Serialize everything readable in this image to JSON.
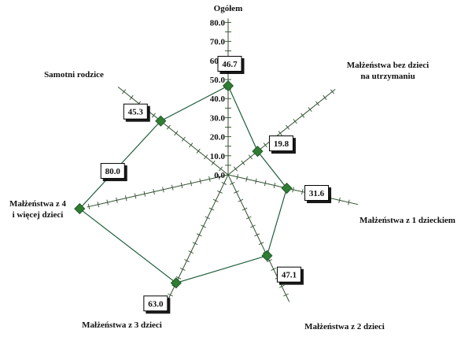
{
  "chart_data": {
    "type": "radar",
    "title": "",
    "axes": [
      "Ogółem",
      "Małżeństwa bez dzieci na utrzymaniu",
      "Małżeństwa z 1 dzieckiem",
      "Małżeństwa z 2 dzieci",
      "Małżeństwa z 3 dzieci",
      "Małżeństwa z 4 i więcej dzieci",
      "Samotni rodzice"
    ],
    "values": [
      46.7,
      19.8,
      31.6,
      47.1,
      63.0,
      80.0,
      45.3
    ],
    "value_labels": [
      "46.7",
      "19.8",
      "31.6",
      "47.1",
      "63.0",
      "80.0",
      "45.3"
    ],
    "range": [
      0,
      80
    ],
    "ticks": [
      "0.0",
      "10.0",
      "20.0",
      "30.0",
      "40.0",
      "50.0",
      "60.0",
      "70.0",
      "80.0"
    ],
    "colors": {
      "line": "#1f5e3a",
      "marker": "#2e7d32",
      "axis": "#2f4f2f"
    }
  }
}
